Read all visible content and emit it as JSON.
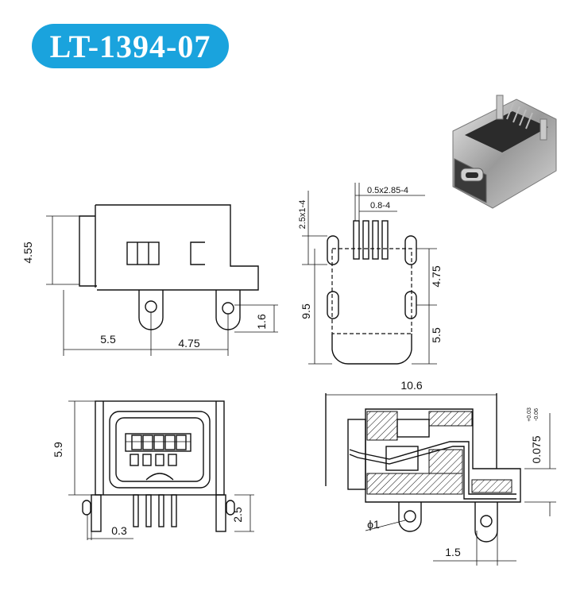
{
  "title": "LT-1394-07",
  "colors": {
    "badge": "#1aa3dd",
    "badge_text": "#ffffff",
    "line": "#111111"
  },
  "side_view": {
    "dim_height": "4.55",
    "dim_left": "5.5",
    "dim_pitch": "4.75",
    "dim_pin": "1.6"
  },
  "top_view": {
    "dim_pin_width": "0.5x2.85-4",
    "dim_pitch": "0.8-4",
    "dim_peg": "2.5x1-4",
    "dim_total": "9.5",
    "dim_hole": "4.75",
    "dim_front": "5.5"
  },
  "front_view": {
    "dim_height": "5.9",
    "dim_pin": "0.3",
    "dim_leg": "2.5"
  },
  "section_view": {
    "dim_width": "10.6",
    "dim_thickness": "0.075",
    "dim_tol_upper": "+0.03",
    "dim_tol_lower": "-0.06",
    "dim_hole": "ϕ1",
    "dim_pitch": "1.5"
  },
  "photo": {
    "icon": "connector-photo"
  }
}
